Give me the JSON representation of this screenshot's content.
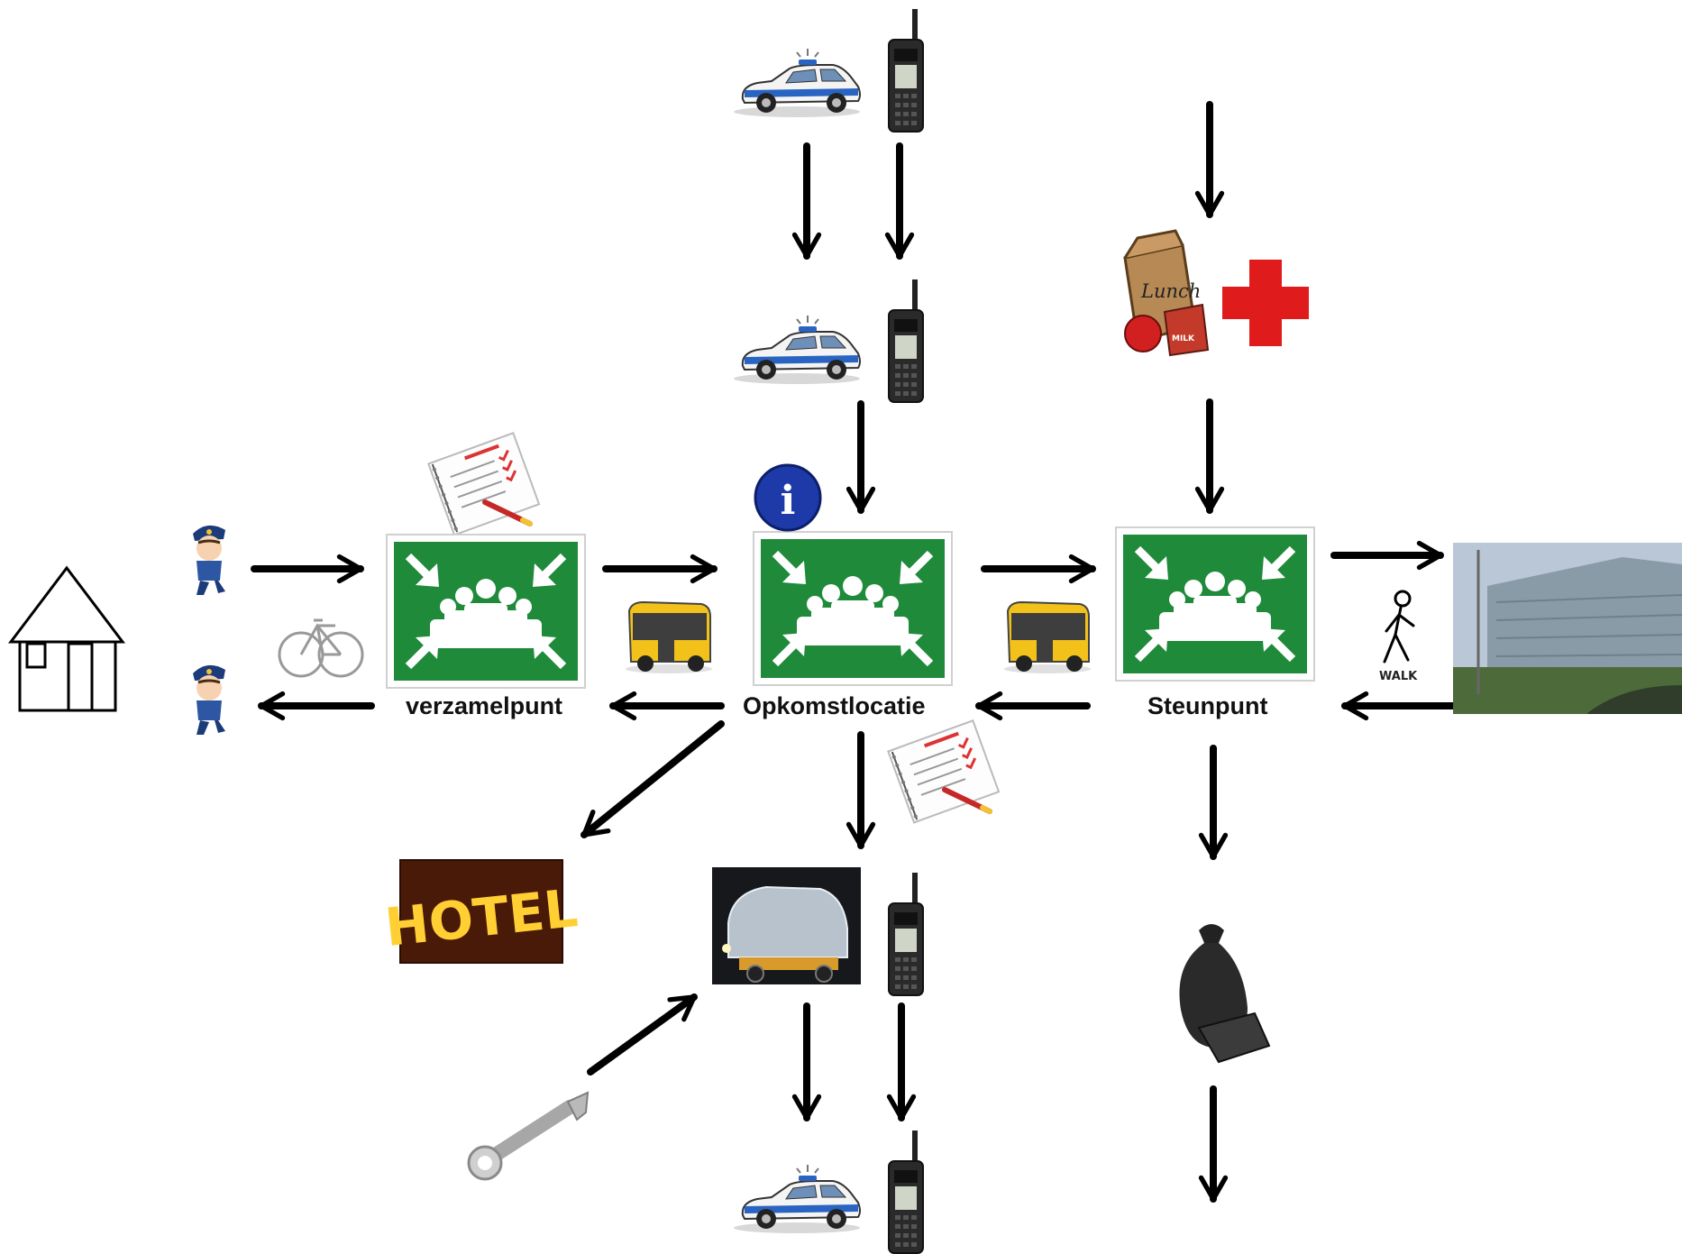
{
  "labels": {
    "verzamelpunt": "verzamelpunt",
    "opkomstlocatie": "Opkomstlocatie",
    "steunpunt": "Steunpunt"
  },
  "sign_texts": {
    "hotel": "HOTEL",
    "walk": "WALK",
    "lunch": "Lunch",
    "milk": "MILK"
  },
  "icons": [
    "house-icon",
    "police-officer-icon",
    "bicycle-icon",
    "assembly-point-sign-icon",
    "bus-icon",
    "checklist-icon",
    "info-icon",
    "police-car-icon",
    "radio-icon",
    "lunch-bag-icon",
    "first-aid-cross-icon",
    "walking-person-icon",
    "building-photo",
    "hotel-sign-photo",
    "tow-truck-photo",
    "wrench-icon",
    "garbage-bag-icon"
  ],
  "colors": {
    "sign_green": "#1f8a3a",
    "cross_red": "#e01b1b",
    "info_blue": "#1d3aa8",
    "bus_yellow": "#f2c21a",
    "arrow": "#000000"
  }
}
